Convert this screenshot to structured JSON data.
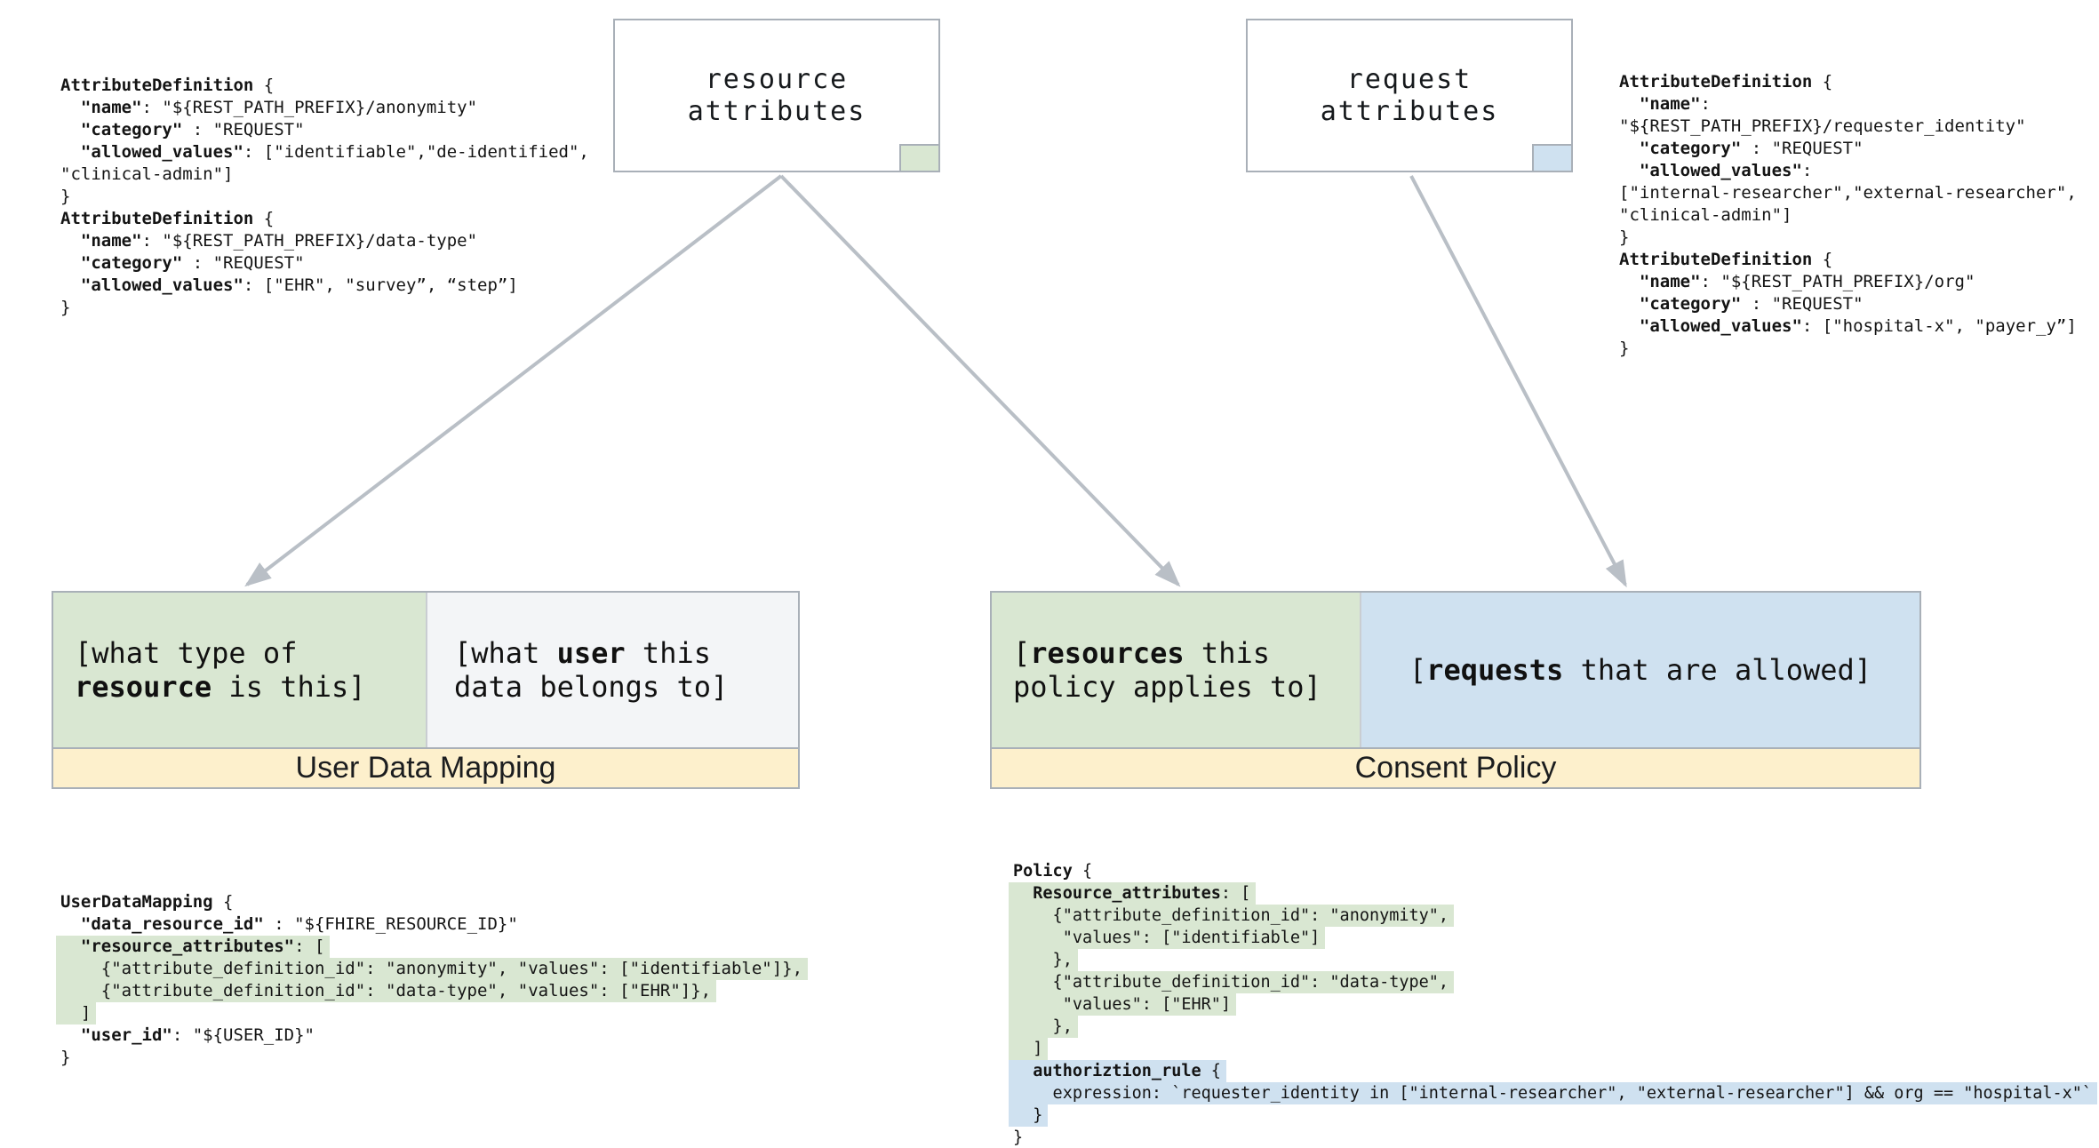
{
  "colors": {
    "green": "#d9e7d2",
    "blue": "#cfe1f0",
    "yellow": "#fdf0cc",
    "cellgray": "#f3f5f7",
    "border": "#a9b0b8",
    "border_light": "#c9cdd2",
    "arrow": "#b9bfc6"
  },
  "top_boxes": {
    "resource": {
      "line1": "resource",
      "line2": "attributes"
    },
    "request": {
      "line1": "request",
      "line2": "attributes"
    }
  },
  "attrdef_left": {
    "lines": [
      {
        "seg": [
          {
            "t": "AttributeDefinition",
            "b": true
          },
          {
            "t": " {"
          }
        ]
      },
      {
        "seg": [
          {
            "t": "  "
          },
          {
            "t": "\"name\"",
            "b": true
          },
          {
            "t": ": \"${REST_PATH_PREFIX}/anonymity\""
          }
        ]
      },
      {
        "seg": [
          {
            "t": "  "
          },
          {
            "t": "\"category\"",
            "b": true
          },
          {
            "t": " : \"REQUEST\""
          }
        ]
      },
      {
        "seg": [
          {
            "t": "  "
          },
          {
            "t": "\"allowed_values\"",
            "b": true
          },
          {
            "t": ": [\"identifiable\",\"de-identified\","
          }
        ]
      },
      {
        "seg": [
          {
            "t": "\"clinical-admin\"]"
          }
        ]
      },
      {
        "seg": [
          {
            "t": "}"
          }
        ]
      },
      {
        "seg": [
          {
            "t": "AttributeDefinition",
            "b": true
          },
          {
            "t": " {"
          }
        ]
      },
      {
        "seg": [
          {
            "t": "  "
          },
          {
            "t": "\"name\"",
            "b": true
          },
          {
            "t": ": \"${REST_PATH_PREFIX}/data-type\""
          }
        ]
      },
      {
        "seg": [
          {
            "t": "  "
          },
          {
            "t": "\"category\"",
            "b": true
          },
          {
            "t": " : \"REQUEST\""
          }
        ]
      },
      {
        "seg": [
          {
            "t": "  "
          },
          {
            "t": "\"allowed_values\"",
            "b": true
          },
          {
            "t": ": [\"EHR\", \"survey”, “step”]"
          }
        ]
      },
      {
        "seg": [
          {
            "t": "}"
          }
        ]
      }
    ]
  },
  "attrdef_right": {
    "lines": [
      {
        "seg": [
          {
            "t": "AttributeDefinition",
            "b": true
          },
          {
            "t": " {"
          }
        ]
      },
      {
        "seg": [
          {
            "t": "  "
          },
          {
            "t": "\"name\"",
            "b": true
          },
          {
            "t": ":"
          }
        ]
      },
      {
        "seg": [
          {
            "t": "\"${REST_PATH_PREFIX}/requester_identity\""
          }
        ]
      },
      {
        "seg": [
          {
            "t": "  "
          },
          {
            "t": "\"category\"",
            "b": true
          },
          {
            "t": " : \"REQUEST\""
          }
        ]
      },
      {
        "seg": [
          {
            "t": "  "
          },
          {
            "t": "\"allowed_values\"",
            "b": true
          },
          {
            "t": ":"
          }
        ]
      },
      {
        "seg": [
          {
            "t": "[\"internal-researcher\",\"external-researcher\","
          }
        ]
      },
      {
        "seg": [
          {
            "t": "\"clinical-admin\"]"
          }
        ]
      },
      {
        "seg": [
          {
            "t": "}"
          }
        ]
      },
      {
        "seg": [
          {
            "t": "AttributeDefinition",
            "b": true
          },
          {
            "t": " {"
          }
        ]
      },
      {
        "seg": [
          {
            "t": "  "
          },
          {
            "t": "\"name\"",
            "b": true
          },
          {
            "t": ": \"${REST_PATH_PREFIX}/org\""
          }
        ]
      },
      {
        "seg": [
          {
            "t": "  "
          },
          {
            "t": "\"category\"",
            "b": true
          },
          {
            "t": " : \"REQUEST\""
          }
        ]
      },
      {
        "seg": [
          {
            "t": "  "
          },
          {
            "t": "\"allowed_values\"",
            "b": true
          },
          {
            "t": ": [\"hospital-x\", \"payer_y”]"
          }
        ]
      },
      {
        "seg": [
          {
            "t": "}"
          }
        ]
      }
    ]
  },
  "udm_table": {
    "resource_cell": [
      [
        {
          "t": "[what type of"
        }
      ],
      [
        {
          "t": "resource",
          "b": true
        },
        {
          "t": " is this]"
        }
      ]
    ],
    "user_cell": [
      [
        {
          "t": "[what "
        },
        {
          "t": "user",
          "b": true
        },
        {
          "t": " this"
        }
      ],
      [
        {
          "t": "data belongs to]"
        }
      ]
    ],
    "label": "User Data Mapping"
  },
  "policy_table": {
    "resources_cell": [
      [
        {
          "t": "["
        },
        {
          "t": "resources",
          "b": true
        },
        {
          "t": " this"
        }
      ],
      [
        {
          "t": "policy applies to]"
        }
      ]
    ],
    "requests_cell": [
      [
        {
          "t": "["
        },
        {
          "t": "requests",
          "b": true
        },
        {
          "t": " that are allowed]"
        }
      ]
    ],
    "label": "Consent Policy"
  },
  "udm_code": {
    "lines": [
      {
        "seg": [
          {
            "t": "UserDataMapping",
            "b": true
          },
          {
            "t": " {"
          }
        ]
      },
      {
        "seg": [
          {
            "t": "  "
          },
          {
            "t": "\"data_resource_id\"",
            "b": true
          },
          {
            "t": " : \"${FHIRE_RESOURCE_ID}\""
          }
        ]
      },
      {
        "hl": "green",
        "seg": [
          {
            "t": "  "
          },
          {
            "t": "\"resource_attributes\"",
            "b": true
          },
          {
            "t": ": ["
          }
        ]
      },
      {
        "hl": "green",
        "seg": [
          {
            "t": "    {\"attribute_definition_id\": \"anonymity\", \"values\": [\"identifiable\"]},"
          }
        ]
      },
      {
        "hl": "green",
        "seg": [
          {
            "t": "    {\"attribute_definition_id\": \"data-type\", \"values\": [\"EHR\"]},"
          }
        ]
      },
      {
        "hl": "green",
        "seg": [
          {
            "t": "  ]"
          }
        ]
      },
      {
        "seg": [
          {
            "t": "  "
          },
          {
            "t": "\"user_id\"",
            "b": true
          },
          {
            "t": ": \"${USER_ID}\""
          }
        ]
      },
      {
        "seg": [
          {
            "t": "}"
          }
        ]
      }
    ]
  },
  "policy_code": {
    "lines": [
      {
        "seg": [
          {
            "t": "Policy",
            "b": true
          },
          {
            "t": " {"
          }
        ]
      },
      {
        "hl": "green",
        "seg": [
          {
            "t": "  "
          },
          {
            "t": "Resource_attributes",
            "b": true
          },
          {
            "t": ": ["
          }
        ]
      },
      {
        "hl": "green",
        "seg": [
          {
            "t": "    {\"attribute_definition_id\": \"anonymity\","
          }
        ]
      },
      {
        "hl": "green",
        "seg": [
          {
            "t": "     \"values\": [\"identifiable\"]"
          }
        ]
      },
      {
        "hl": "green",
        "seg": [
          {
            "t": "    },"
          }
        ]
      },
      {
        "hl": "green",
        "seg": [
          {
            "t": "    {\"attribute_definition_id\": \"data-type\","
          }
        ]
      },
      {
        "hl": "green",
        "seg": [
          {
            "t": "     \"values\": [\"EHR\"]"
          }
        ]
      },
      {
        "hl": "green",
        "seg": [
          {
            "t": "    },"
          }
        ]
      },
      {
        "hl": "green",
        "seg": [
          {
            "t": "  ]"
          }
        ]
      },
      {
        "hl": "blue",
        "seg": [
          {
            "t": "  "
          },
          {
            "t": "authoriztion_rule",
            "b": true
          },
          {
            "t": " {"
          }
        ]
      },
      {
        "hl": "blue",
        "seg": [
          {
            "t": "    expression: `requester_identity in [\"internal-researcher\", \"external-researcher\"] && org == \"hospital-x\"`"
          }
        ]
      },
      {
        "hl": "blue",
        "seg": [
          {
            "t": "  }"
          }
        ]
      },
      {
        "seg": [
          {
            "t": "}"
          }
        ]
      }
    ]
  }
}
